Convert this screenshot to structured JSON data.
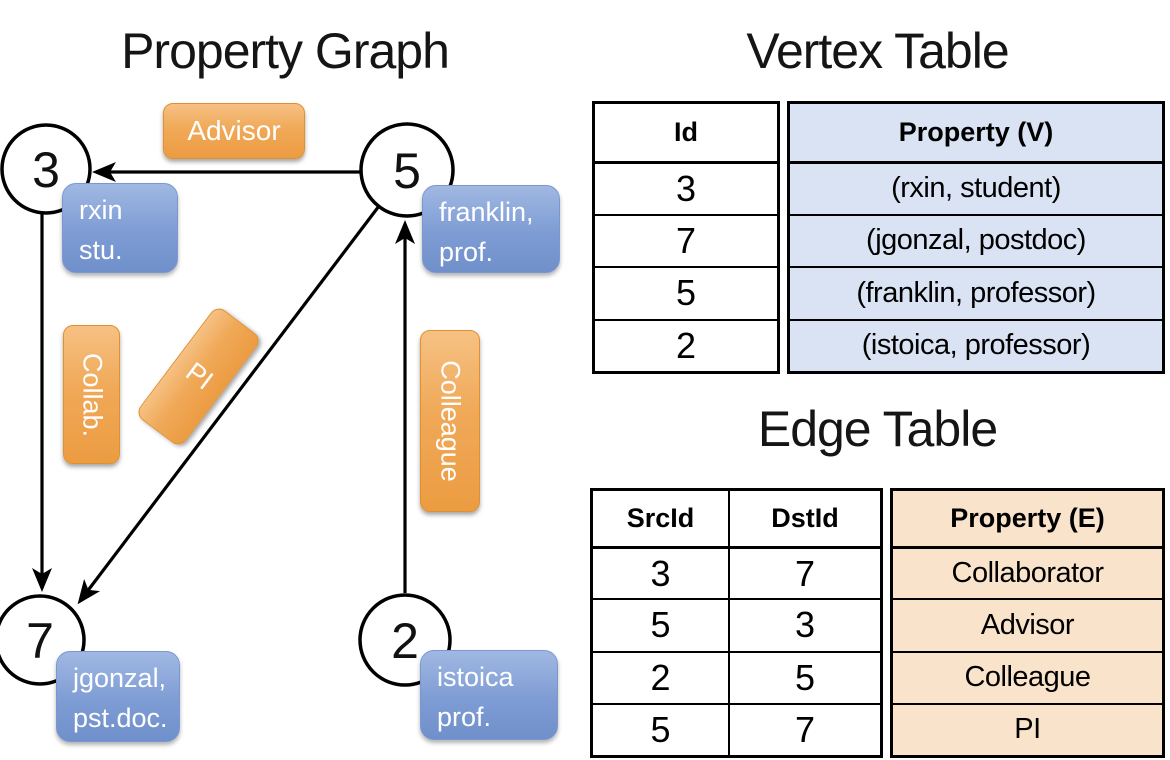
{
  "graph": {
    "title": "Property Graph",
    "nodes": [
      {
        "id": "3",
        "property_line1": "rxin",
        "property_line2": "stu."
      },
      {
        "id": "5",
        "property_line1": "franklin,",
        "property_line2": "prof."
      },
      {
        "id": "7",
        "property_line1": "jgonzal,",
        "property_line2": "pst.doc."
      },
      {
        "id": "2",
        "property_line1": "istoica",
        "property_line2": "prof."
      }
    ],
    "edge_labels": {
      "advisor": "Advisor",
      "collab": "Collab.",
      "pi": "PI",
      "colleague": "Colleague"
    }
  },
  "vertex_table": {
    "title": "Vertex Table",
    "columns": {
      "id": "Id",
      "property": "Property (V)"
    },
    "rows": [
      {
        "id": "3",
        "property": "(rxin, student)"
      },
      {
        "id": "7",
        "property": "(jgonzal, postdoc)"
      },
      {
        "id": "5",
        "property": "(franklin, professor)"
      },
      {
        "id": "2",
        "property": "(istoica, professor)"
      }
    ]
  },
  "edge_table": {
    "title": "Edge Table",
    "columns": {
      "src": "SrcId",
      "dst": "DstId",
      "property": "Property (E)"
    },
    "rows": [
      {
        "src": "3",
        "dst": "7",
        "property": "Collaborator"
      },
      {
        "src": "5",
        "dst": "3",
        "property": "Advisor"
      },
      {
        "src": "2",
        "dst": "5",
        "property": "Colleague"
      },
      {
        "src": "5",
        "dst": "7",
        "property": "PI"
      }
    ]
  },
  "colors": {
    "edge_label_orange": "#F0A958",
    "vertex_label_blue": "#7E9CD4",
    "vertex_cell_blue": "#DAE3F3",
    "edge_cell_orange": "#FAE3CB",
    "line_black": "#000000"
  }
}
